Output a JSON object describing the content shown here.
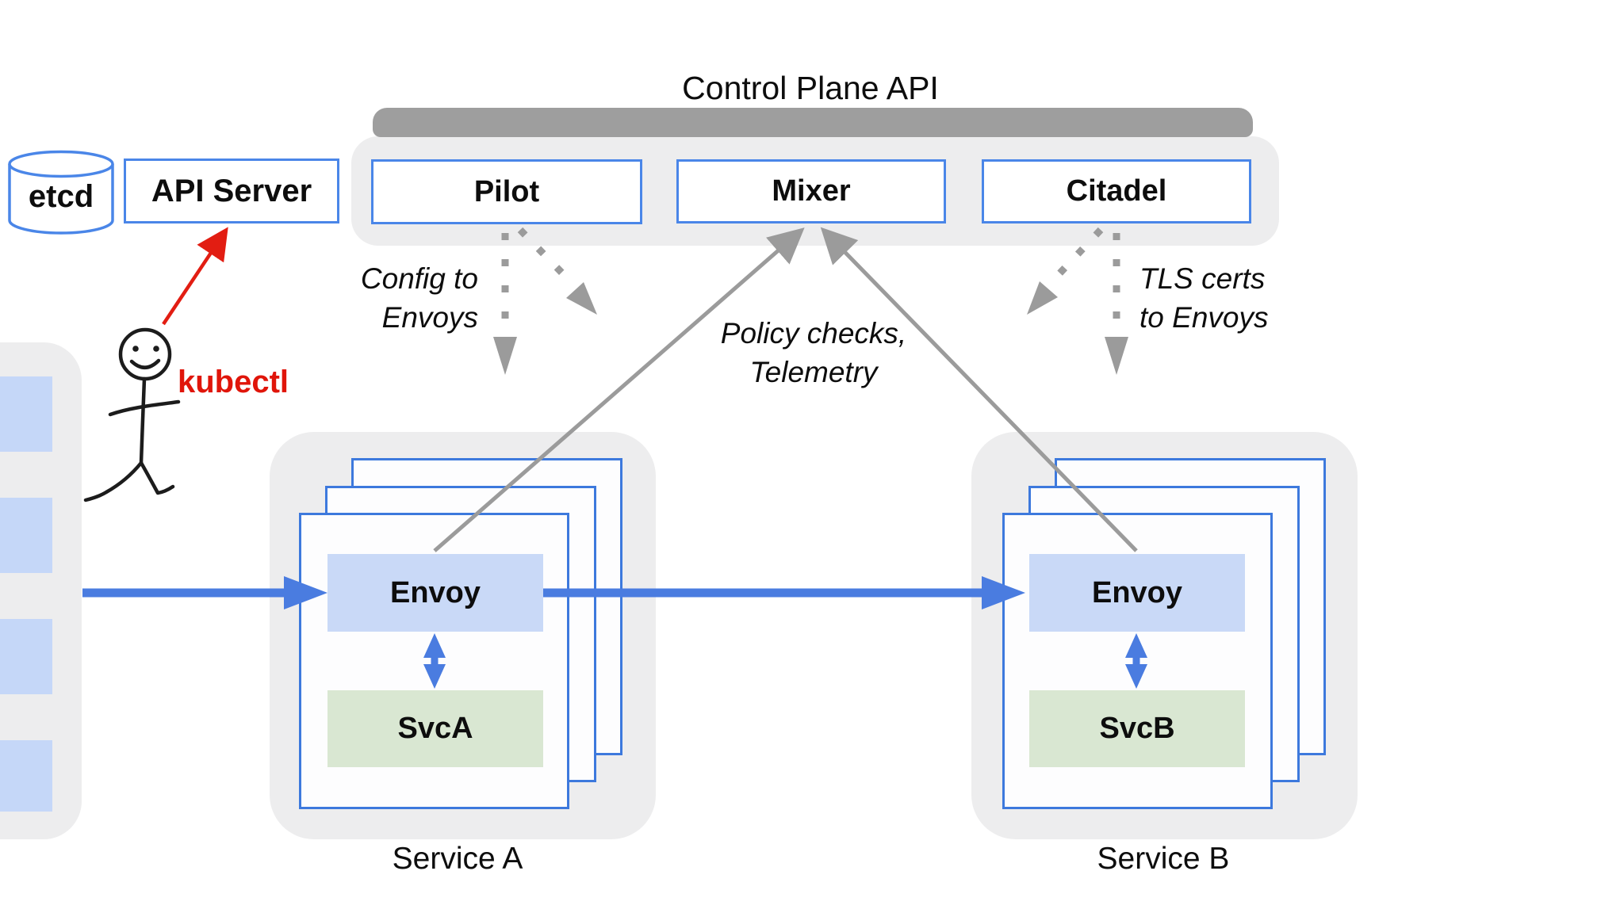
{
  "control_plane": {
    "title": "Control Plane API",
    "components": [
      {
        "label": "Pilot"
      },
      {
        "label": "Mixer"
      },
      {
        "label": "Citadel"
      }
    ]
  },
  "kubernetes": {
    "etcd": "etcd",
    "api_server": "API Server",
    "kubectl": "kubectl"
  },
  "annotations": {
    "pilot_line1": "Config to",
    "pilot_line2": "Envoys",
    "mixer_line1": "Policy checks,",
    "mixer_line2": "Telemetry",
    "citadel_line1": "TLS certs",
    "citadel_line2": "to Envoys"
  },
  "services": [
    {
      "name": "Service A",
      "proxy": "Envoy",
      "workload": "SvcA"
    },
    {
      "name": "Service B",
      "proxy": "Envoy",
      "workload": "SvcB"
    }
  ],
  "colors": {
    "thick_arrow_blue": "#4a7ce0",
    "box_border_blue": "#4a86e8",
    "page_border_blue": "#3d79dd",
    "envoy_fill": "#c9d9f7",
    "service_fill": "#d9e7d2",
    "pod_tile_fill": "#c5d7f8",
    "container_gray": "#ededee",
    "bar_gray": "#9e9e9e",
    "line_gray": "#9b9b9b",
    "red": "#e21d12"
  }
}
